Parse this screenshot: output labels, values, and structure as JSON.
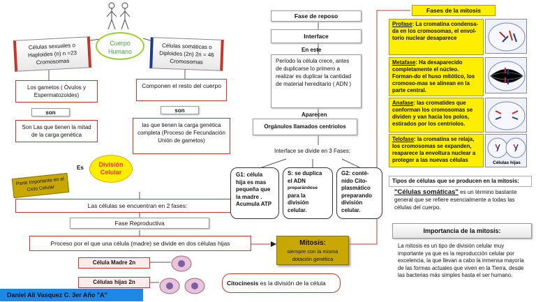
{
  "left": {
    "center_bubble": "Cuerpo Humano",
    "sexual_cells": "Células sexuales o Haploides (n) n =23 Cromosomas",
    "somatic_cells": "Células somáticas o Diploides (2n) 2n = 46 Cromosomas",
    "gametes": "Los gametos ( Óvulos y Espermatozoides)",
    "rest_body": "Componen el resto del cuerpo",
    "son_left": "son",
    "son_right": "son",
    "half_load": "Son Las que tienen la mitad de la carga genética",
    "full_load": "las que tienen la carga genética completa (Proceso de Fecundación Unión de gametos)",
    "es": "Es",
    "division": "División Celular",
    "important_part": "Parte Importante en el Ciclo Celular",
    "two_phases": "Las células se encuentran en 2 fases:",
    "repro_phase": "Fase Reproductiva",
    "process": "Proceso por el que una célula (madre) se divide en dos células hijas",
    "mother_cell": "Célula Madre 2n",
    "daughter_cells": "Células hijas 2n",
    "mitosis_title": "Mitosis:",
    "mitosis_sub": "siempre con la misma dotación genética",
    "cytokinesis_bold": "Citocinesis",
    "cytokinesis_rest": " es la división de la célula",
    "author": "Daniel Ali Vasquez C. 3er Año \"A\""
  },
  "center": {
    "rest_phase": "Fase de reposo",
    "interphase": "Interface",
    "en_este": "En este",
    "period": "Período la célula crece, antes de duplicarse lo primero a realizar es duplicar la cantidad de material hereditario ( ADN )",
    "aparecen": "Aparecen",
    "organelles": "Orgánulos llamados centriolos",
    "three_phases": "Interface se divide en 3 Fases:",
    "g1": "G1: célula hija es mas pequeña que la madre . Acumula ATP",
    "s_label": "S: se duplica el ADN",
    "s_small": "preparándose",
    "s_rest": "para la división celular.",
    "g2": "G2: conté-nido Cito-plasmático preparando división celular."
  },
  "right": {
    "phases_title": "Fases de la mitosis",
    "prophase_name": "Profase",
    "prophase_text": ": La cromatina condensa-da en los cromosomas, el envol-torio nuclear desaparece",
    "metaphase_name": "Metafase",
    "metaphase_text": ": Ha desaparecido completamente el núcleo. Forman-do el huso mitótico, los cromoso-mas se alinean en la parte central.",
    "anaphase_name": "Anafase",
    "anaphase_text": ": las cromatides que conforman los cromosomas se dividen y van hacia los polos, estirados por los centriolos.",
    "telophase_name": "Telofase",
    "telophase_text": ": la cromatina se relaja, los cromosomas se expanden, reaparece la envoltura nuclear a proteger a las nuevas células",
    "daughter_cells_label": "Células hijas",
    "types_title": "Tipos de células que se producen en la mitosis:",
    "somatic_q": "\"Células somáticas\"",
    "somatic_text": " es un término bastante general que se refiere esencialmente a todas las células del cuerpo.",
    "importance_title": "Importancia de la mitosis:",
    "importance_text": "La mitosis es un tipo de división celular muy importante ya que es la reproducción celular por excelencia, la que llevan a cabo la inmensa mayoría de las formas actuales que viven en la Tierra, desde las bacterias más simples hasta el ser humano."
  },
  "colors": {
    "red_border": "#c0392b",
    "yellow": "#ffee00",
    "blue_label": "#1e88e5",
    "green_text": "#43a047",
    "olive_box": "#c8a800"
  }
}
